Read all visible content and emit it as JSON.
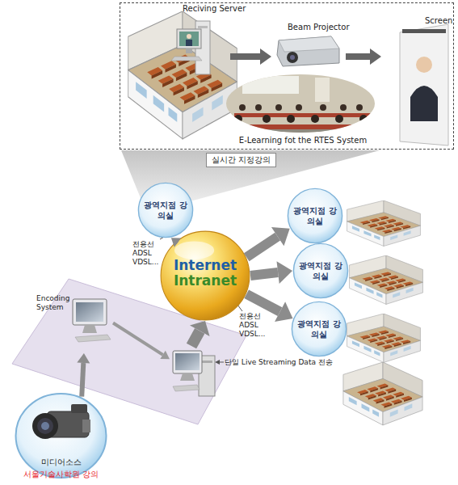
{
  "diagram": {
    "nodes": [
      {
        "text": [
          "실시간 지정강의"
        ]
      },
      {
        "text": [
          "광역지점 강의실"
        ]
      },
      {
        "text": [
          "Internet",
          "Intranet"
        ]
      },
      {
        "text": [
          "광역지점 강의실"
        ]
      },
      {
        "text": [
          "광역지점 강의실"
        ]
      },
      {
        "text": [
          "광역지점 강의실"
        ]
      },
      {
        "text": [
          "Encoding System"
        ]
      },
      {
        "text": [
          "단일 Live Streaming Data 전송"
        ]
      },
      {
        "text": [
          "미디어소스",
          "서울기술사학원 강의"
        ]
      }
    ],
    "edges": [
      {
        "from": 8,
        "to": 6,
        "arrow": "to"
      },
      {
        "from": 6,
        "to": 7,
        "arrow": "to"
      },
      {
        "from": 7,
        "to": 2,
        "arrow": "to"
      },
      {
        "from": 2,
        "to": 1,
        "arrow": "to"
      },
      {
        "from": 2,
        "to": 3,
        "arrow": "to"
      },
      {
        "from": 2,
        "to": 4,
        "arrow": "to"
      },
      {
        "from": 2,
        "to": 5,
        "arrow": "to"
      }
    ],
    "labels": [
      "Reciving Server",
      "Beam Projector",
      "Screen",
      "E-Learning fot the RTES System",
      "전용선 ADSL VDSL...",
      "전용선 ADSL VDSL..."
    ]
  }
}
